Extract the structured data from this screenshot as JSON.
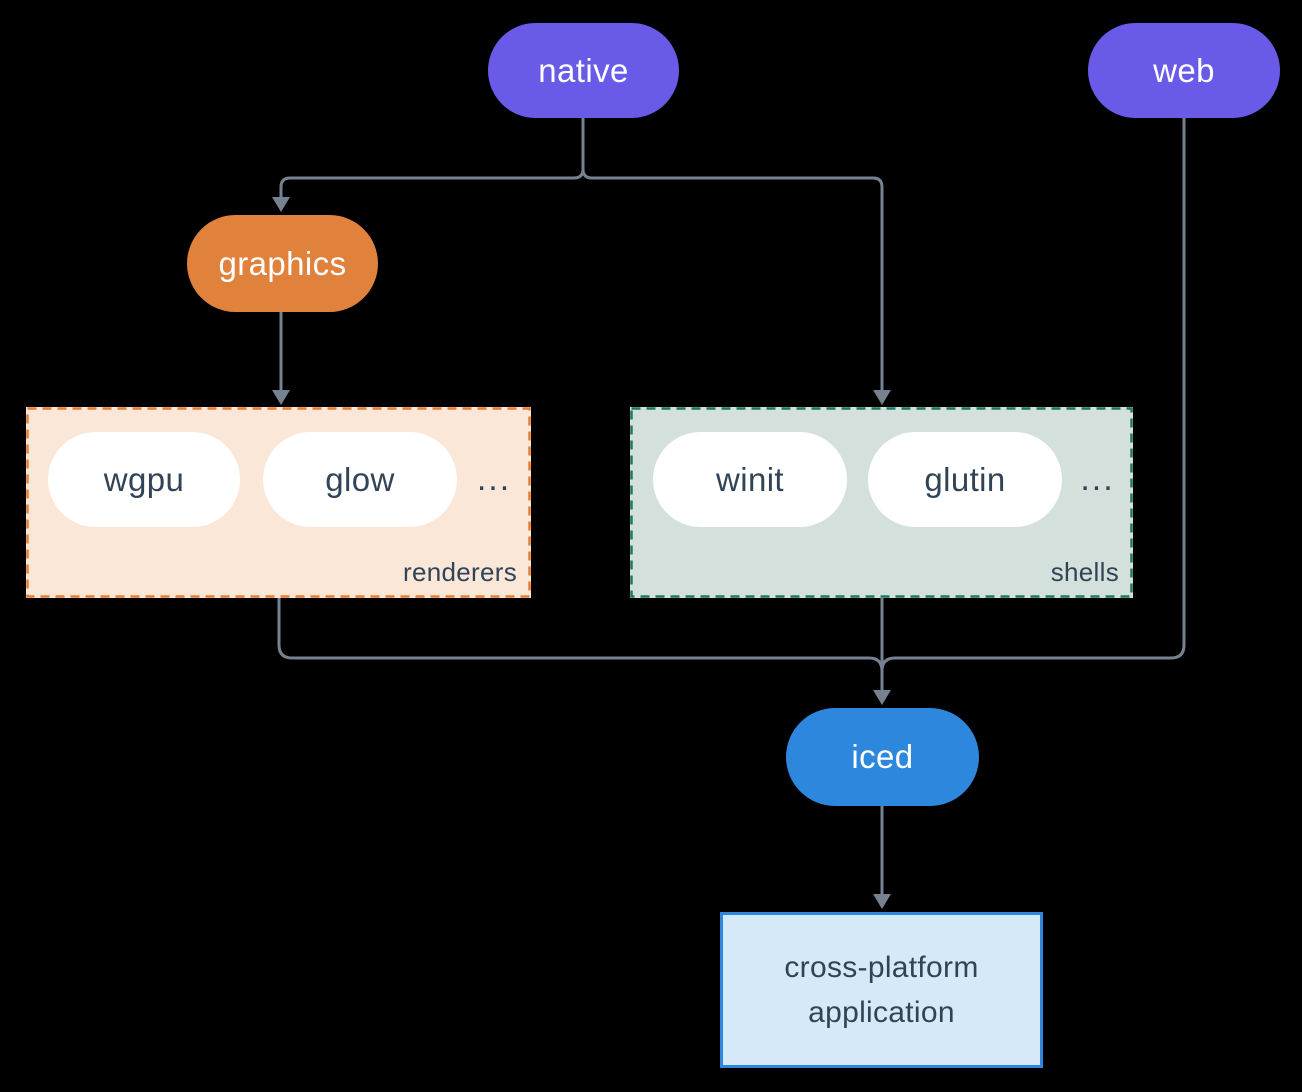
{
  "diagram": {
    "nodes": {
      "native": {
        "label": "native",
        "color": "#6A5AE8"
      },
      "web": {
        "label": "web",
        "color": "#6A5AE8"
      },
      "graphics": {
        "label": "graphics",
        "color": "#E0823C"
      },
      "iced": {
        "label": "iced",
        "color": "#2D87DC"
      },
      "app": {
        "label": "cross-platform application",
        "fill": "#D6E9F9",
        "border": "#2E86DE"
      }
    },
    "groups": {
      "renderers": {
        "label": "renderers",
        "items": [
          "wgpu",
          "glow"
        ],
        "ellipsis": "...",
        "fill": "#FAE7D8",
        "border": "#E67E2E"
      },
      "shells": {
        "label": "shells",
        "items": [
          "winit",
          "glutin"
        ],
        "ellipsis": "...",
        "fill": "#D4E0DB",
        "border": "#1F7866"
      }
    },
    "edges": [
      {
        "from": "native",
        "to": "graphics"
      },
      {
        "from": "native",
        "to": "shells"
      },
      {
        "from": "graphics",
        "to": "renderers"
      },
      {
        "from": "renderers",
        "to": "iced"
      },
      {
        "from": "shells",
        "to": "iced"
      },
      {
        "from": "web",
        "to": "iced"
      },
      {
        "from": "iced",
        "to": "app"
      }
    ],
    "style": {
      "connector_color": "#76828F",
      "dark_text": "#314457",
      "pill_text_on_color": "#FFFFFF",
      "background": "#000000"
    }
  }
}
